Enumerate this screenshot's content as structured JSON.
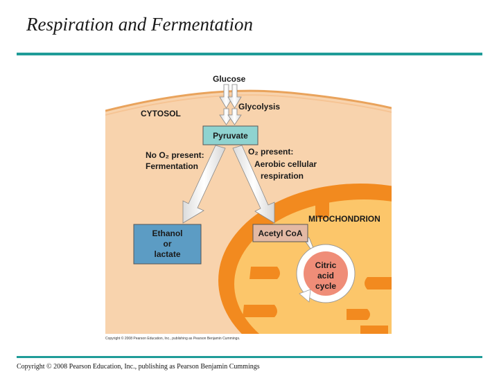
{
  "slide": {
    "title": "Respiration and Fermentation",
    "footer": "Copyright © 2008 Pearson Education, Inc., publishing as Pearson Benjamin Cummings"
  },
  "diagram": {
    "glucose": "Glucose",
    "glycolysis": "Glycolysis",
    "cytosol": "CYTOSOL",
    "pyruvate": "Pyruvate",
    "no_o2_line1": "No O₂ present:",
    "no_o2_line2": "Fermentation",
    "o2_line1": "O₂ present:",
    "o2_line2": "Aerobic cellular",
    "o2_line3": "respiration",
    "mitochondrion": "MITOCHONDRION",
    "ethanol_line1": "Ethanol",
    "ethanol_line2": "or",
    "ethanol_line3": "lactate",
    "acetyl_coa": "Acetyl CoA",
    "citric_line1": "Citric",
    "citric_line2": "acid",
    "citric_line3": "cycle",
    "credit": "Copyright © 2008 Pearson Education, Inc., publishing as Pearson Benjamin Cummings."
  },
  "colors": {
    "cytosol": "#f8d3ad",
    "membrane": "#f28a1f",
    "matrix": "#fcc66a",
    "pyruvate_box": "#8fd3d0",
    "ethanol_box": "#5c9cc4",
    "acetyl_box": "#e3b9a4",
    "citric_circle": "#ef8d78",
    "teal_rule": "#1f9c98"
  }
}
